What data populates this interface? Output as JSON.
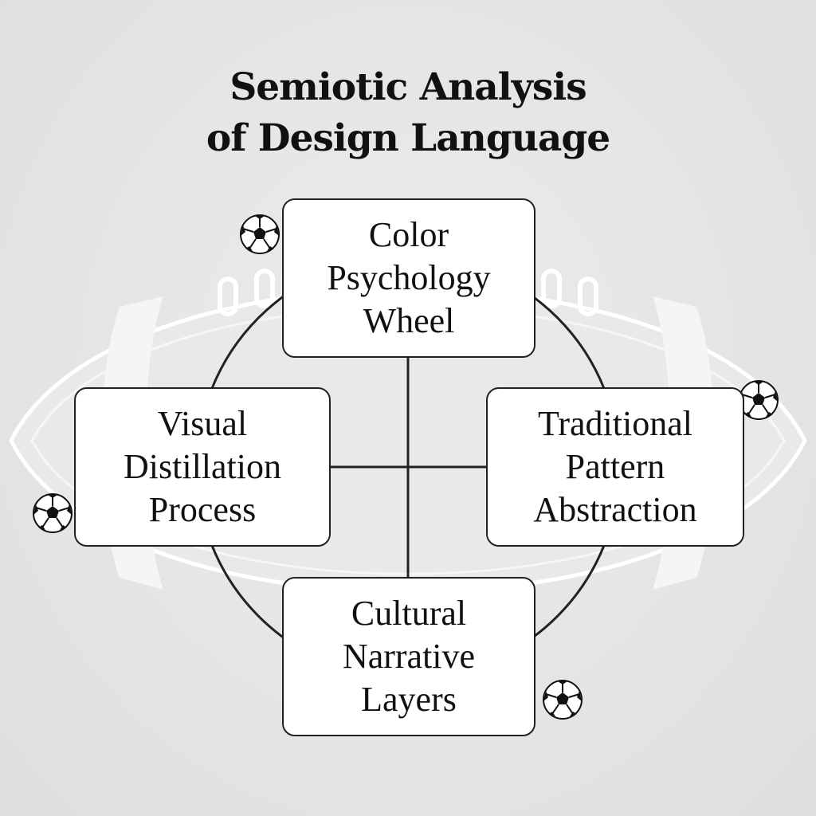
{
  "title": {
    "line1": "Semiotic Analysis",
    "line2": "of Design Language"
  },
  "nodes": {
    "top": {
      "line1": "Color",
      "line2": "Psychology",
      "line3": "Wheel"
    },
    "left": {
      "line1": "Visual",
      "line2": "Distillation",
      "line3": "Process"
    },
    "right": {
      "line1": "Traditional",
      "line2": "Pattern",
      "line3": "Abstraction"
    },
    "bottom": {
      "line1": "Cultural",
      "line2": "Narrative",
      "line3": "Layers"
    }
  },
  "decorations": {
    "background_icon": "american-football-icon",
    "corner_icon": "soccer-ball-icon"
  },
  "colors": {
    "background": "#e6e6e6",
    "node_fill": "#ffffff",
    "line": "#222222",
    "text": "#111111"
  }
}
